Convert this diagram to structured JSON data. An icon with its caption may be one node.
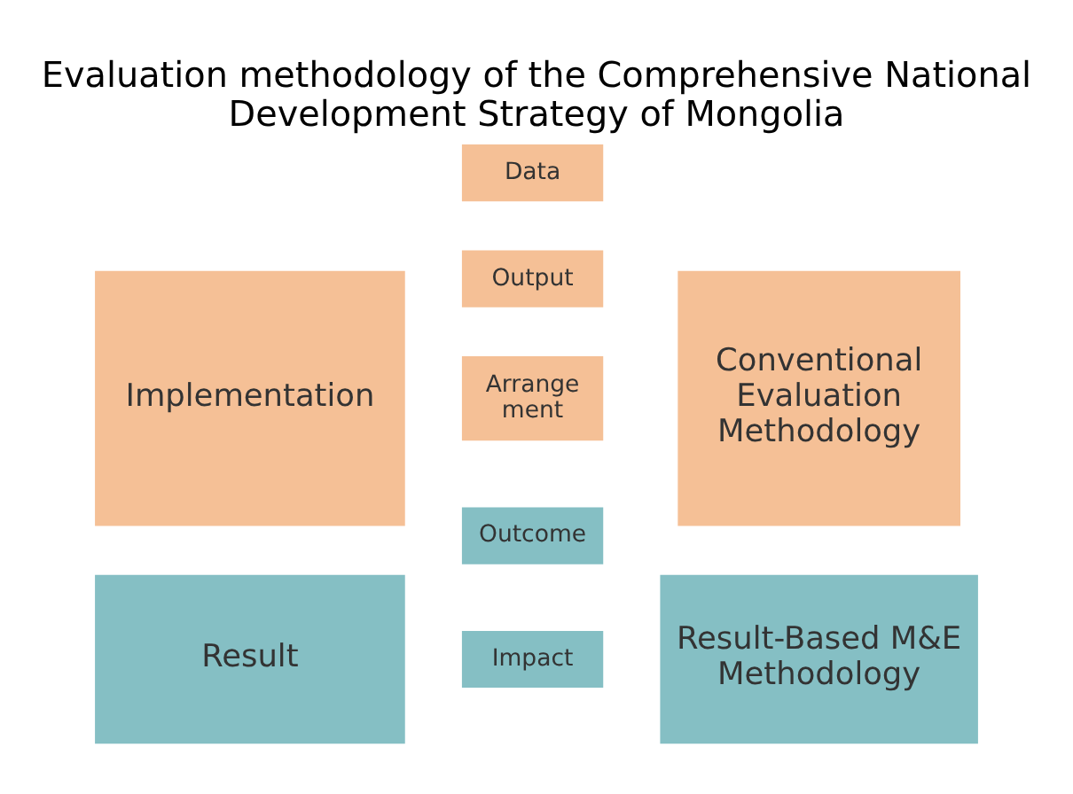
{
  "diagram": {
    "title": "Evaluation methodology of the Comprehensive National Development Strategy of Mongolia",
    "nodes": [
      {
        "text": [
          "Result"
        ]
      },
      {
        "text": [
          "Impact"
        ]
      },
      {
        "text": [
          "Outcome"
        ]
      },
      {
        "text": [
          "Result-Based M&E Methodology"
        ]
      },
      {
        "text": [
          "Implementation"
        ]
      },
      {
        "text": [
          "Output"
        ]
      },
      {
        "text": [
          "Arrange ment"
        ]
      },
      {
        "text": [
          "Data"
        ]
      },
      {
        "text": [
          "Conventional Evaluation Methodology"
        ]
      }
    ],
    "edges": []
  }
}
